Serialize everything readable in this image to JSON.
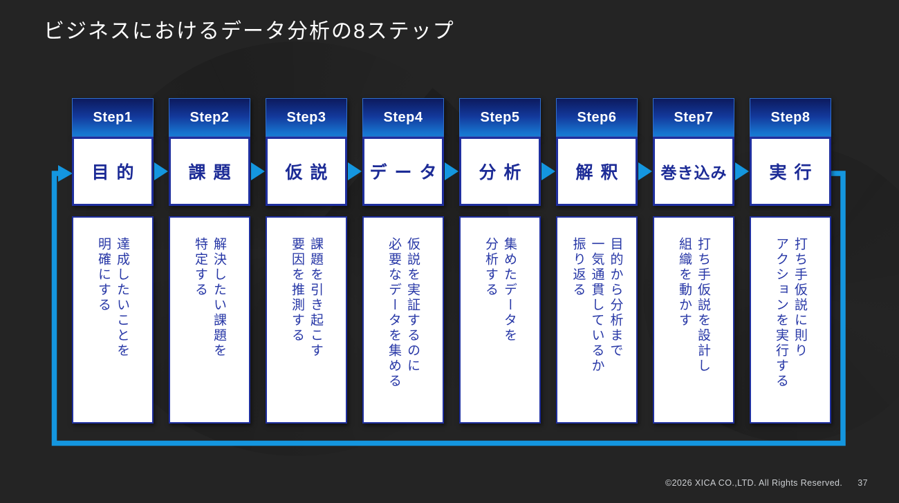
{
  "slide": {
    "title": "ビジネスにおけるデータ分析の8ステップ",
    "footer": {
      "copyright": "©2026 XICA CO.,LTD. All Rights Reserved.",
      "page_number": "37"
    }
  },
  "icons": {
    "next_step": "right-triangle-arrow",
    "feedback_loop": "loop-return-arrow"
  },
  "colors": {
    "background": "#242424",
    "accent_azure": "#1496df",
    "navy_border": "#1f2f9e",
    "keyword_text": "#1c2b96",
    "description_text": "#2737a6",
    "header_gradient_top": "#0c1a5e",
    "header_gradient_bottom": "#187fd8",
    "title_text": "#ffffff"
  },
  "steps": [
    {
      "label": "Step1",
      "keyword": "目的",
      "description": "達成したいことを\n明確にする"
    },
    {
      "label": "Step2",
      "keyword": "課題",
      "description": "解決したい課題を\n特定する"
    },
    {
      "label": "Step3",
      "keyword": "仮説",
      "description": "課題を引き起こす\n要因を推測する"
    },
    {
      "label": "Step4",
      "keyword": "データ",
      "description": "仮説を実証するのに\n必要なデータを集める"
    },
    {
      "label": "Step5",
      "keyword": "分析",
      "description": "集めたデータを\n分析する"
    },
    {
      "label": "Step6",
      "keyword": "解釈",
      "description": "目的から分析まで\n一気通貫しているか\n振り返る"
    },
    {
      "label": "Step7",
      "keyword": "巻き込み",
      "description": "打ち手仮説を設計し\n組織を動かす"
    },
    {
      "label": "Step8",
      "keyword": "実行",
      "description": "打ち手仮説に則り\nアクションを実行する"
    }
  ]
}
